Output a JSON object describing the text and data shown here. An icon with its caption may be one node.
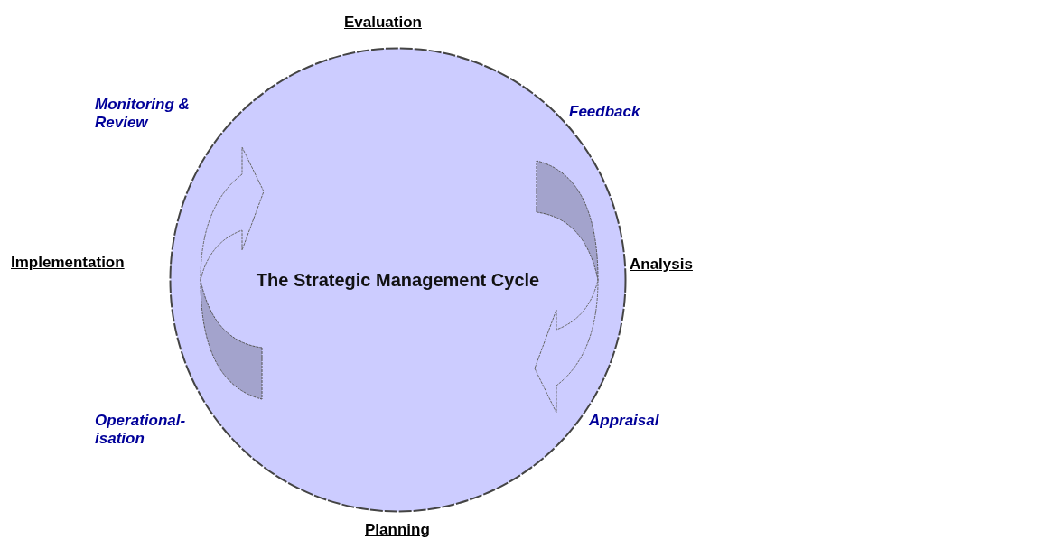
{
  "diagram": {
    "nodes": [
      {
        "text": [
          "The Strategic Management Cycle"
        ]
      }
    ],
    "labels": [
      "Evaluation",
      "Monitoring & Review",
      "Feedback",
      "Implementation",
      "Analysis",
      "Operational- isation",
      "Appraisal",
      "Planning"
    ]
  }
}
